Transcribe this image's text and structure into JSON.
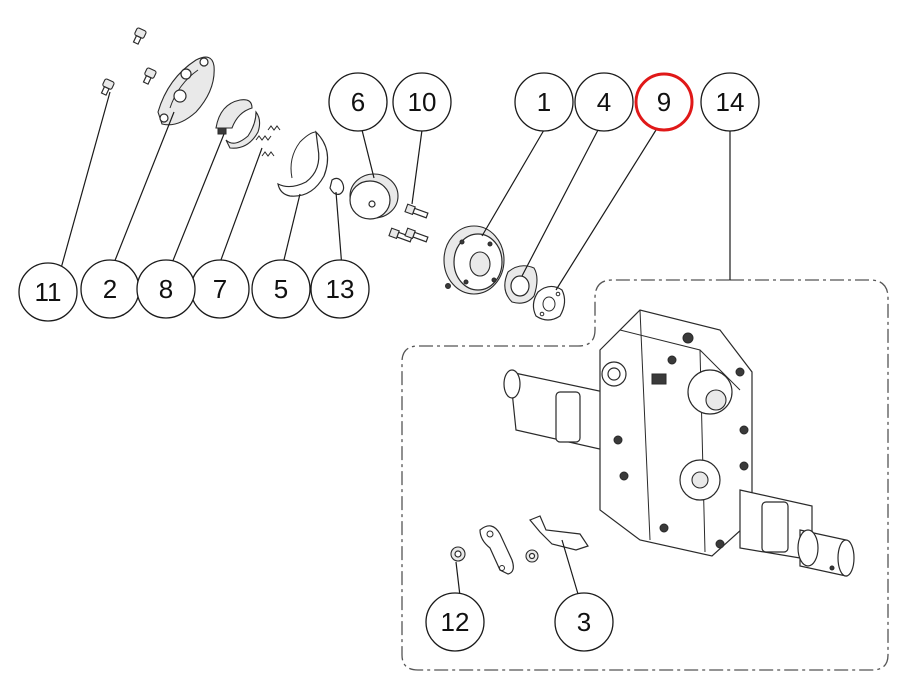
{
  "diagram": {
    "type": "exploded-parts-diagram",
    "highlight_color": "#e01818",
    "callouts": [
      {
        "id": "c1",
        "label": "1",
        "highlighted": false
      },
      {
        "id": "c2",
        "label": "2",
        "highlighted": false
      },
      {
        "id": "c3",
        "label": "3",
        "highlighted": false
      },
      {
        "id": "c4",
        "label": "4",
        "highlighted": false
      },
      {
        "id": "c5",
        "label": "5",
        "highlighted": false
      },
      {
        "id": "c6",
        "label": "6",
        "highlighted": false
      },
      {
        "id": "c7",
        "label": "7",
        "highlighted": false
      },
      {
        "id": "c8",
        "label": "8",
        "highlighted": false
      },
      {
        "id": "c9",
        "label": "9",
        "highlighted": true
      },
      {
        "id": "c10",
        "label": "10",
        "highlighted": false
      },
      {
        "id": "c11",
        "label": "11",
        "highlighted": false
      },
      {
        "id": "c12",
        "label": "12",
        "highlighted": false
      },
      {
        "id": "c13",
        "label": "13",
        "highlighted": false
      },
      {
        "id": "c14",
        "label": "14",
        "highlighted": false
      }
    ]
  }
}
